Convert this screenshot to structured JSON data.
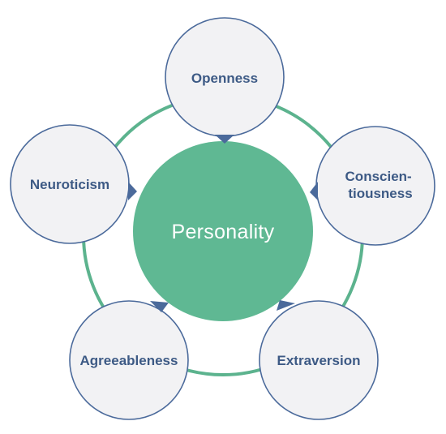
{
  "diagram": {
    "center": {
      "label": "Personality"
    },
    "nodes": [
      {
        "id": "openness",
        "lines": [
          "Openness"
        ]
      },
      {
        "id": "conscientiousness",
        "lines": [
          "Conscien-",
          "tiousness"
        ]
      },
      {
        "id": "extraversion",
        "lines": [
          "Extraversion"
        ]
      },
      {
        "id": "agreeableness",
        "lines": [
          "Agreeableness"
        ]
      },
      {
        "id": "neuroticism",
        "lines": [
          "Neuroticism"
        ]
      }
    ]
  },
  "colors": {
    "ring": "#5cb38e",
    "center_fill": "#5fb893",
    "node_fill": "#f2f2f4",
    "node_stroke": "#4b6a9b",
    "pointer": "#4b6a9b",
    "label_text": "#3d5a85",
    "center_text": "#ffffff"
  }
}
